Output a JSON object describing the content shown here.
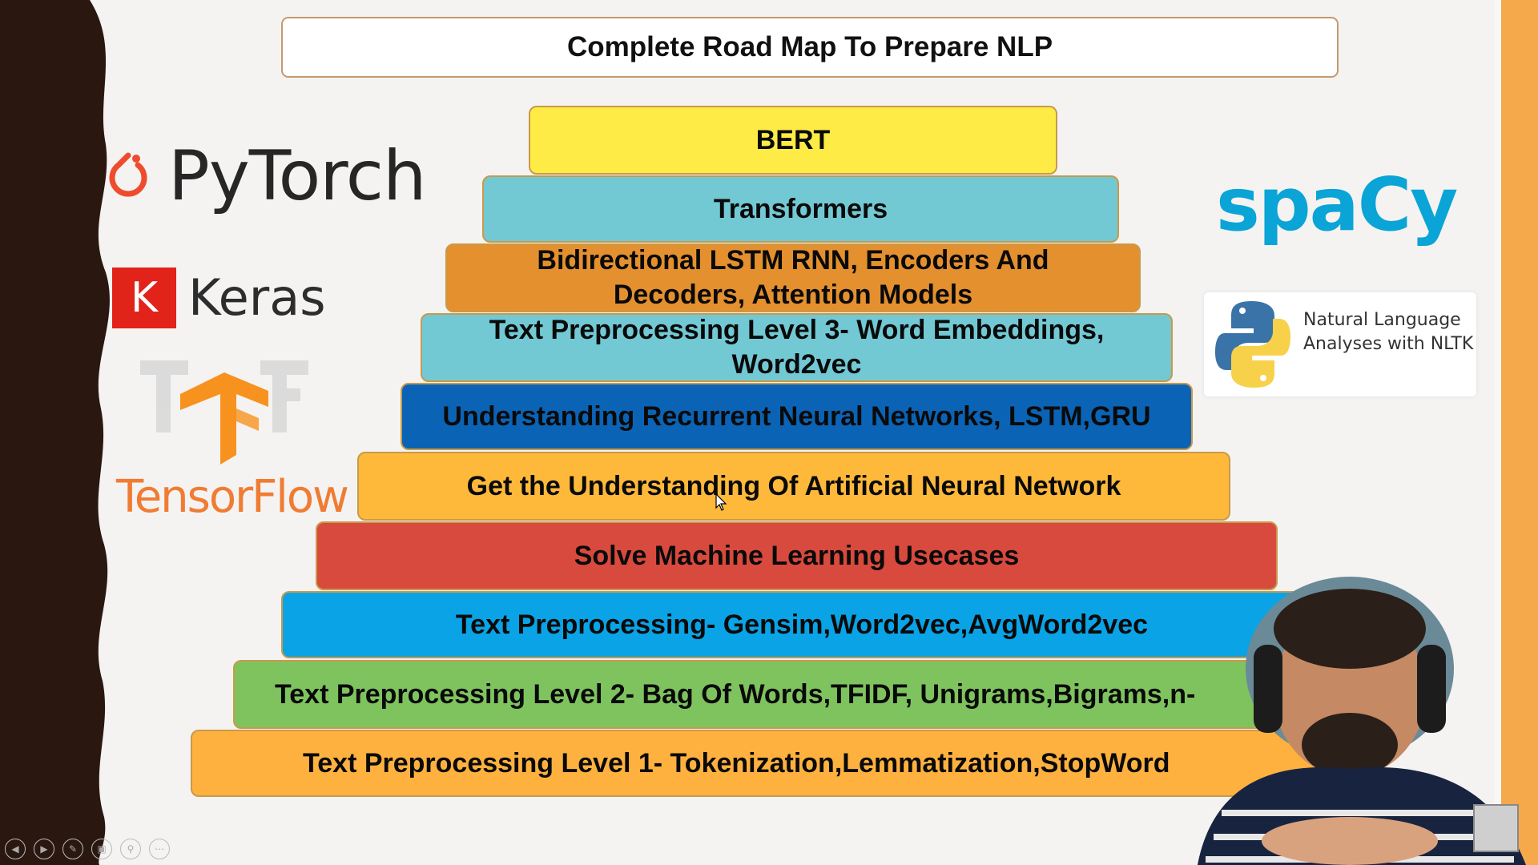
{
  "title": "Complete Road Map To Prepare NLP",
  "steps": [
    {
      "label": "BERT",
      "color": "#ffeb46"
    },
    {
      "label": "Transformers",
      "color": "#72c9d4"
    },
    {
      "label": "Bidirectional LSTM RNN, Encoders And\nDecoders, Attention Models",
      "color": "#e4902f"
    },
    {
      "label": "Text Preprocessing Level 3- Word Embeddings,\nWord2vec",
      "color": "#72c9d4"
    },
    {
      "label": "Understanding Recurrent Neural Networks, LSTM,GRU",
      "color": "#0b63b5"
    },
    {
      "label": "Get the Understanding Of Artificial Neural Network",
      "color": "#ffb93a"
    },
    {
      "label": "Solve Machine Learning Usecases",
      "color": "#d84a3d"
    },
    {
      "label": "Text Preprocessing- Gensim,Word2vec,AvgWord2vec",
      "color": "#0aa3e6"
    },
    {
      "label": "Text Preprocessing Level 2- Bag Of  Words,TFIDF, Unigrams,Bigrams,n-",
      "color": "#7fc35f"
    },
    {
      "label": "Text Preprocessing Level 1- Tokenization,Lemmatization,StopWord",
      "color": "#ffb13f"
    }
  ],
  "logos": {
    "pytorch": "PyTorch",
    "keras_mark": "K",
    "keras": "Keras",
    "tensorflow": "TensorFlow",
    "spacy": "spaCy",
    "nltk": "Natural Language\nAnalyses with NLTK"
  },
  "controls": [
    "prev-icon",
    "next-icon",
    "pen-icon",
    "slides-icon",
    "zoom-icon",
    "more-icon"
  ]
}
